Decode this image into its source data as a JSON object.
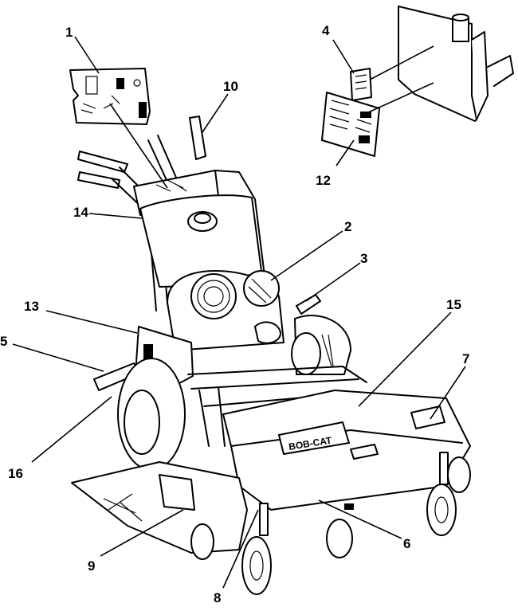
{
  "callouts": [
    {
      "id": "c1",
      "text": "1"
    },
    {
      "id": "c2",
      "text": "2"
    },
    {
      "id": "c3",
      "text": "3"
    },
    {
      "id": "c4",
      "text": "4"
    },
    {
      "id": "c5",
      "text": "5"
    },
    {
      "id": "c6",
      "text": "6"
    },
    {
      "id": "c7",
      "text": "7"
    },
    {
      "id": "c8",
      "text": "8"
    },
    {
      "id": "c9",
      "text": "9"
    },
    {
      "id": "c10",
      "text": "10"
    },
    {
      "id": "c12",
      "text": "12"
    },
    {
      "id": "c13",
      "text": "13"
    },
    {
      "id": "c14",
      "text": "14"
    },
    {
      "id": "c15",
      "text": "15"
    },
    {
      "id": "c16",
      "text": "16"
    }
  ],
  "deck_logo_text": "BOB-CAT",
  "colors": {
    "ink": "#000000",
    "paper": "#ffffff"
  }
}
